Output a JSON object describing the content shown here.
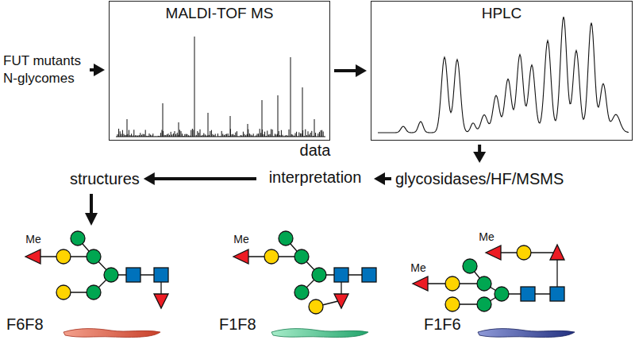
{
  "diagram": {
    "nodes": [
      {
        "text": [
          "FUT mutants N-glycomes"
        ]
      },
      {
        "text": [
          "MALDI-TOF MS"
        ]
      },
      {
        "text": [
          "HPLC"
        ]
      },
      {
        "text": [
          "glycosidases/HF/MSMS"
        ]
      },
      {
        "text": [
          "data interpretation"
        ]
      },
      {
        "text": [
          "structures"
        ]
      }
    ],
    "edges": [
      {
        "from": 0,
        "to": 1,
        "arrow": "to"
      },
      {
        "from": 1,
        "to": 2,
        "arrow": "to"
      },
      {
        "from": 2,
        "to": 3,
        "arrow": "to"
      },
      {
        "from": 3,
        "to": 4,
        "arrow": "to"
      },
      {
        "from": 4,
        "to": 5,
        "arrow": "to"
      }
    ],
    "labels": [
      "Me",
      "F6F8",
      "Me",
      "F1F8",
      "Me",
      "Me",
      "F1F6"
    ]
  }
}
